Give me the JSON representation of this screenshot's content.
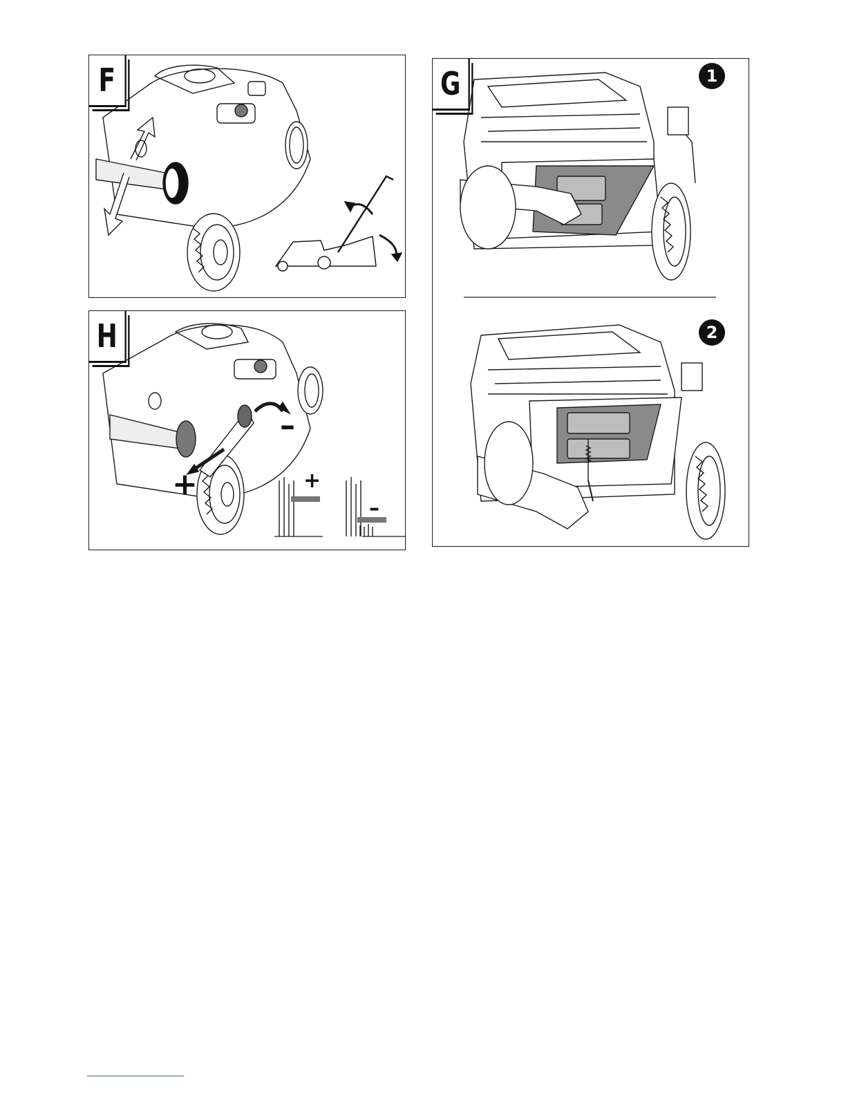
{
  "figures": [
    {
      "id": "F",
      "label": "F"
    },
    {
      "id": "G",
      "label": "G",
      "steps": [
        "1",
        "2"
      ]
    },
    {
      "id": "H",
      "label": "H",
      "symbols": {
        "plus": "+",
        "minus": "–"
      }
    }
  ],
  "colors": {
    "line": "#1a1a1a",
    "fill_grey": "#8a8a8a",
    "fill_light": "#e6e6e6"
  },
  "icons": [
    "mower-illustration",
    "height-lever-icon",
    "grass-bag-icon",
    "spring-hook-icon",
    "cutting-height-icon"
  ]
}
